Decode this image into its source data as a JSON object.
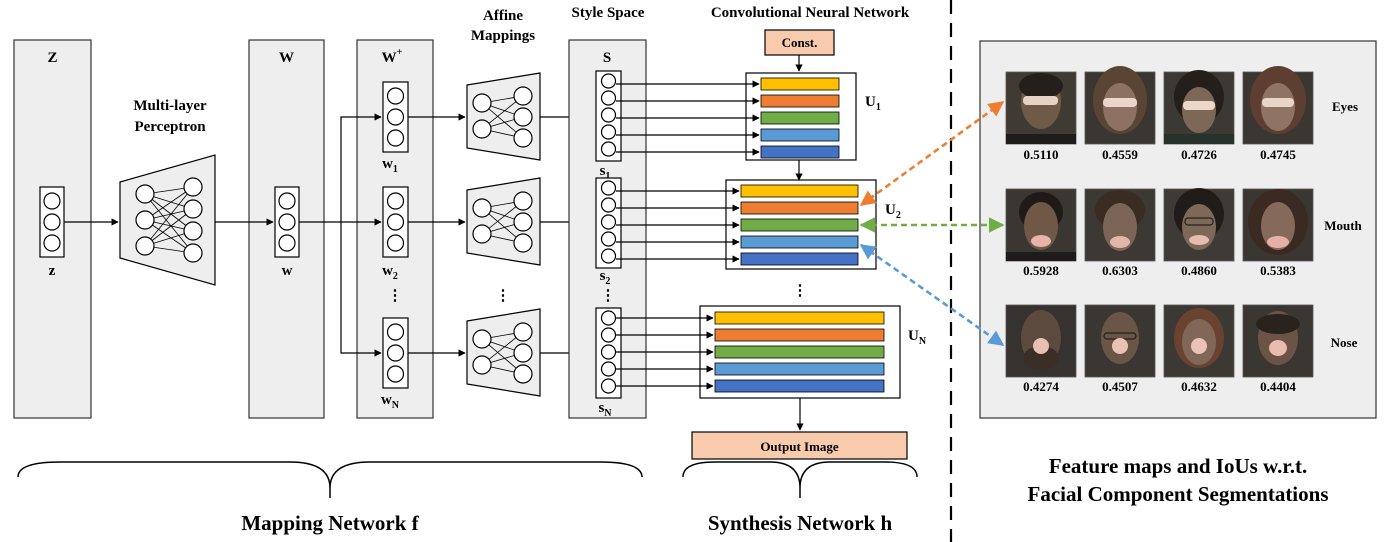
{
  "mapping": {
    "z_panel": "Z",
    "z_vec": "z",
    "mlp_label_1": "Multi-layer",
    "mlp_label_2": "Perceptron",
    "w_panel": "W",
    "w_vec": "w",
    "wplus_panel": "W",
    "wplus_sup": "+",
    "w_sub_1": "w",
    "w_sub_1_idx": "1",
    "w_sub_2": "w",
    "w_sub_2_idx": "2",
    "w_sub_N": "w",
    "w_sub_N_idx": "N",
    "vdots": "⋮",
    "affine_label_1": "Affine",
    "affine_label_2": "Mappings",
    "style_space_label": "Style Space",
    "s_panel": "S",
    "s_sub_1": "s",
    "s_sub_1_idx": "1",
    "s_sub_2": "s",
    "s_sub_2_idx": "2",
    "s_sub_N": "s",
    "s_sub_N_idx": "N",
    "bottom_label": "Mapping Network f"
  },
  "synthesis": {
    "title": "Convolutional Neural Network",
    "const_label": "Const.",
    "u1": "U",
    "u1_idx": "1",
    "u2": "U",
    "u2_idx": "2",
    "uN": "U",
    "uN_idx": "N",
    "dots": "⋮",
    "output_label": "Output Image",
    "bottom_label": "Synthesis Network h",
    "layer_colors": [
      "#ffc000",
      "#ed7d31",
      "#70ad47",
      "#5b9bd5",
      "#4472c4"
    ]
  },
  "features": {
    "caption_1": "Feature maps and IoUs w.r.t.",
    "caption_2": "Facial Component Segmentations",
    "rows": [
      {
        "label": "Eyes",
        "arrow_color": "#ed7d31",
        "ious": [
          "0.5110",
          "0.4559",
          "0.4726",
          "0.4745"
        ]
      },
      {
        "label": "Mouth",
        "arrow_color": "#70ad47",
        "ious": [
          "0.5928",
          "0.6303",
          "0.4860",
          "0.5383"
        ]
      },
      {
        "label": "Nose",
        "arrow_color": "#5b9bd5",
        "ious": [
          "0.4274",
          "0.4507",
          "0.4632",
          "0.4404"
        ]
      }
    ]
  }
}
